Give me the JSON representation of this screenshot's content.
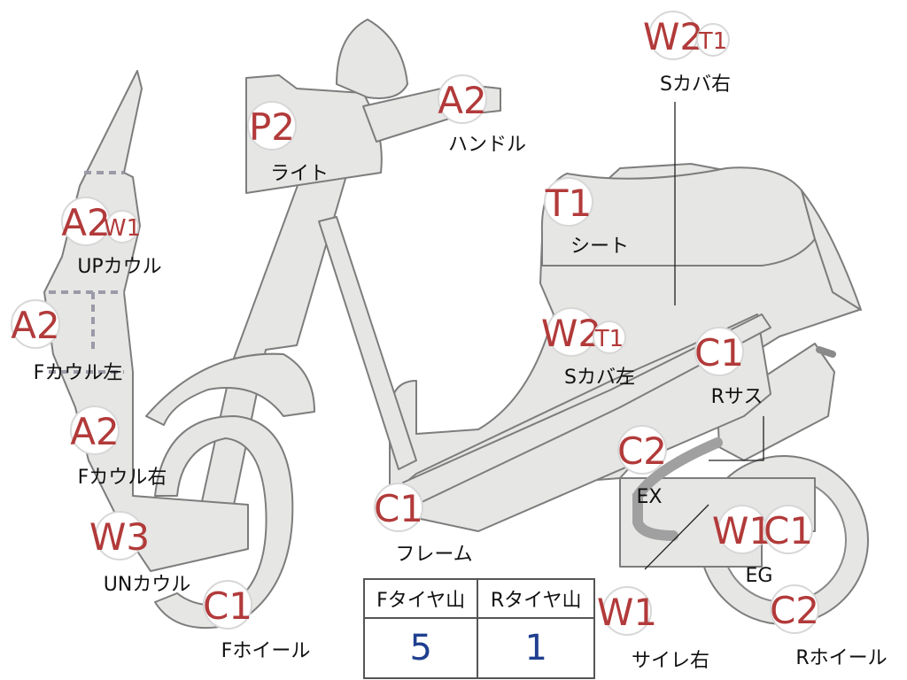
{
  "parts": [
    {
      "id": "light",
      "codes": [
        {
          "text": "P2"
        }
      ],
      "name": "ライト"
    },
    {
      "id": "handle",
      "codes": [
        {
          "text": "A2"
        }
      ],
      "name": "ハンドル"
    },
    {
      "id": "s-cover-right",
      "codes": [
        {
          "text": "W2"
        },
        {
          "text": "T1"
        }
      ],
      "name": "Sカバ右"
    },
    {
      "id": "seat",
      "codes": [
        {
          "text": "T1"
        }
      ],
      "name": "シート"
    },
    {
      "id": "up-cowl",
      "codes": [
        {
          "text": "A2"
        },
        {
          "text": "W1"
        }
      ],
      "name": "UPカウル"
    },
    {
      "id": "f-cowl-left",
      "codes": [
        {
          "text": "A2"
        }
      ],
      "name": "Fカウル左"
    },
    {
      "id": "s-cover-left",
      "codes": [
        {
          "text": "W2"
        },
        {
          "text": "T1"
        }
      ],
      "name": "Sカバ左"
    },
    {
      "id": "r-suspension",
      "codes": [
        {
          "text": "C1"
        }
      ],
      "name": "Rサス"
    },
    {
      "id": "f-cowl-right",
      "codes": [
        {
          "text": "A2"
        }
      ],
      "name": "Fカウル右"
    },
    {
      "id": "exhaust",
      "codes": [
        {
          "text": "C2"
        }
      ],
      "name": "EX"
    },
    {
      "id": "frame",
      "codes": [
        {
          "text": "C1"
        }
      ],
      "name": "フレーム"
    },
    {
      "id": "un-cowl",
      "codes": [
        {
          "text": "W3"
        }
      ],
      "name": "UNカウル"
    },
    {
      "id": "engine",
      "codes": [
        {
          "text": "W1"
        },
        {
          "text": "C1"
        }
      ],
      "name": "EG"
    },
    {
      "id": "f-wheel",
      "codes": [
        {
          "text": "C1"
        }
      ],
      "name": "Fホイール"
    },
    {
      "id": "r-wheel",
      "codes": [
        {
          "text": "C2"
        }
      ],
      "name": "Rホイール"
    },
    {
      "id": "silencer-right",
      "codes": [
        {
          "text": "W1"
        }
      ],
      "name": "サイレ右"
    }
  ],
  "tread_table": {
    "headers": [
      "Fタイヤ山",
      "Rタイヤ山"
    ],
    "values": [
      "5",
      "1"
    ]
  },
  "colors": {
    "code_text": "#b23a3a",
    "body_fill": "#e6e6e4",
    "body_stroke": "#7d7d7d",
    "value_text": "#1f3f8f"
  }
}
